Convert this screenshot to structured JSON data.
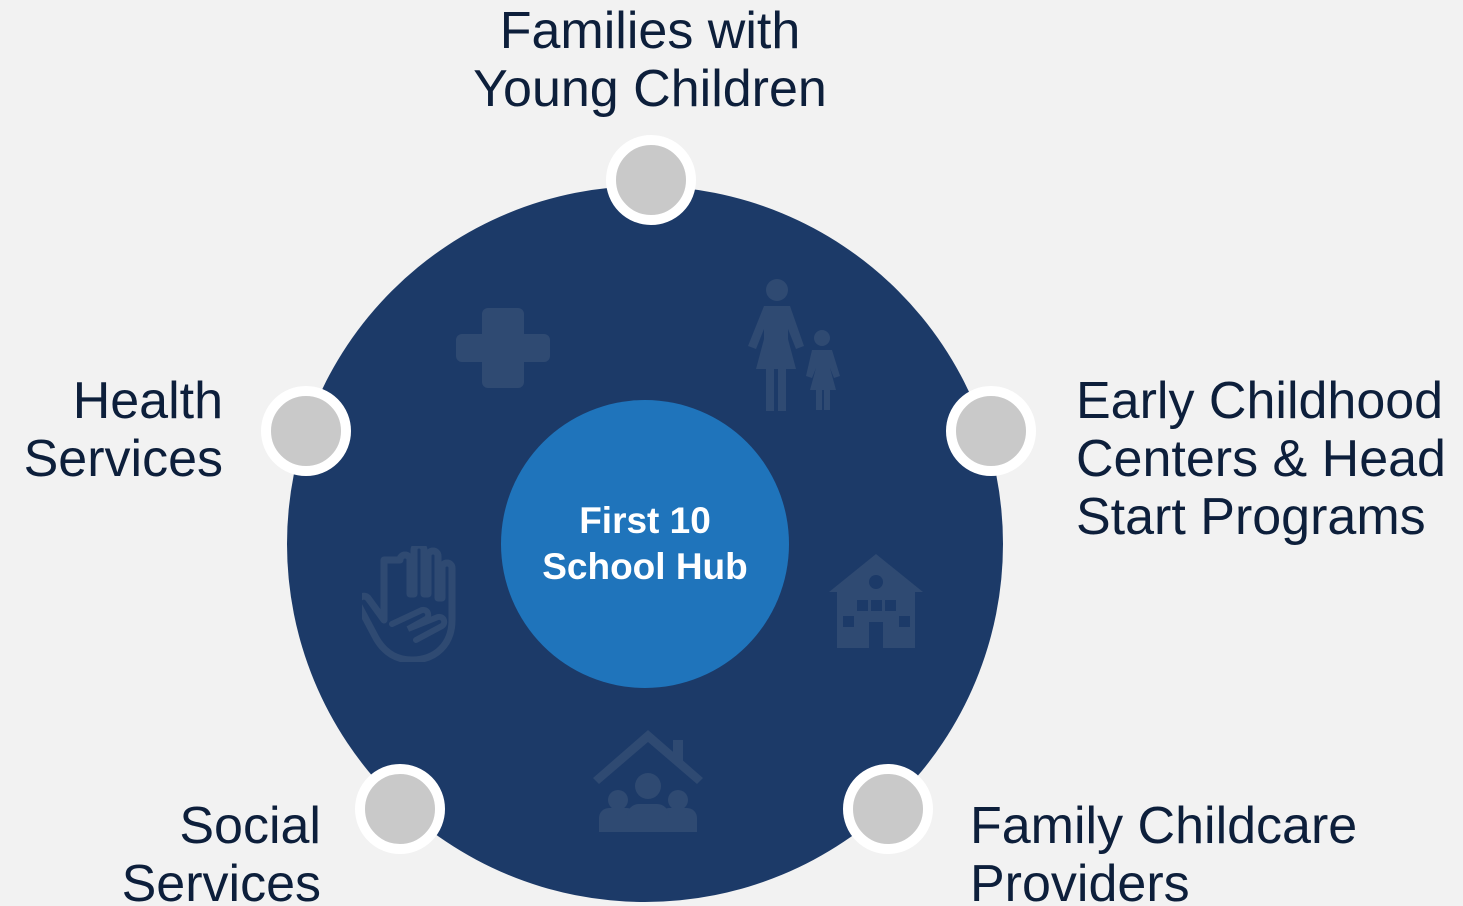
{
  "hub": {
    "line1": "First 10",
    "line2": "School Hub"
  },
  "nodes": {
    "families": {
      "line1": "Families with",
      "line2": "Young Children",
      "icon": "family-icon"
    },
    "early_childhood": {
      "line1": "Early Childhood",
      "line2": "Centers & Head",
      "line3": "Start Programs",
      "icon": "school-building-icon"
    },
    "family_childcare": {
      "line1": "Family Childcare",
      "line2": "Providers",
      "icon": "house-people-icon"
    },
    "social": {
      "line1": "Social",
      "line2": "Services",
      "icon": "helping-hands-icon"
    },
    "health": {
      "line1": "Health",
      "line2": "Services",
      "icon": "medical-cross-icon"
    }
  },
  "colors": {
    "background": "#f2f2f2",
    "ring": "#1c3a68",
    "hub": "#1f74bb",
    "node": "#c9c9c9",
    "node_border": "#ffffff",
    "label_text": "#0d1f3b",
    "icon_watermark": "#2f4a72"
  }
}
